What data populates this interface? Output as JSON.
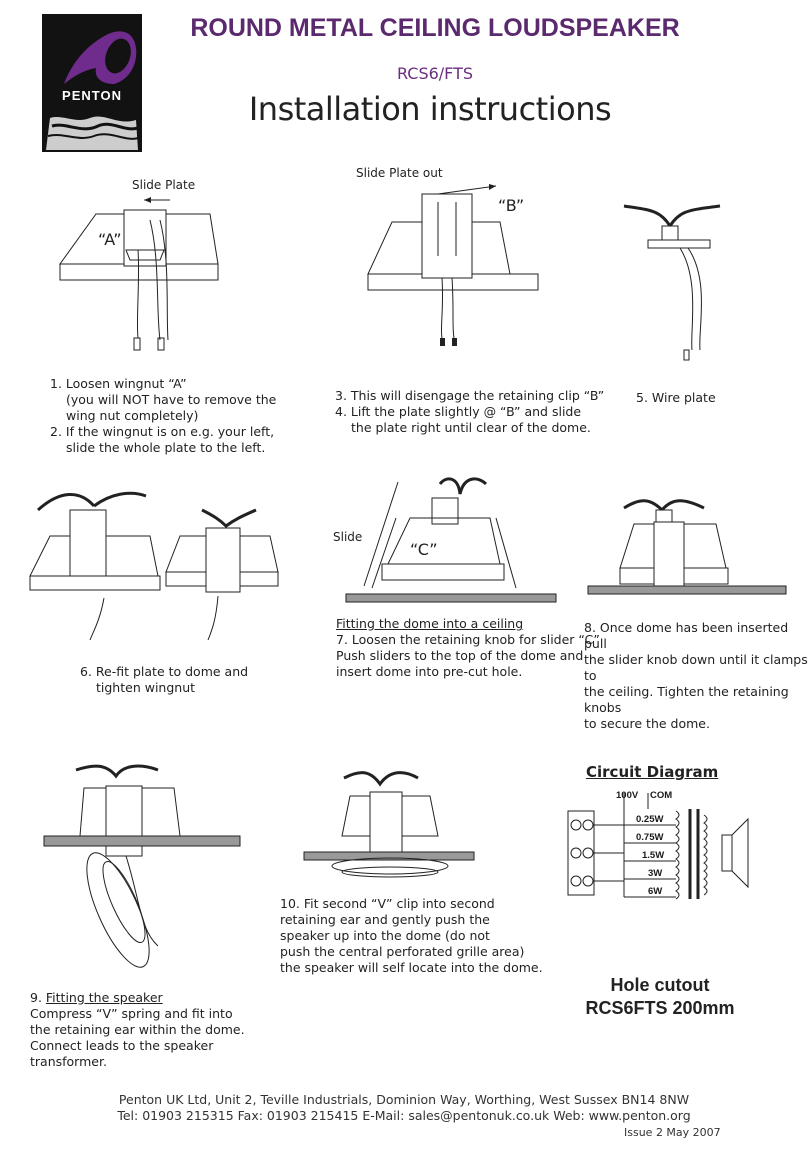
{
  "header": {
    "brand": "PENTON",
    "title": "ROUND METAL CEILING LOUDSPEAKER",
    "model": "RCS6/FTS",
    "subtitle": "Installation instructions"
  },
  "figure_labels": {
    "slide_plate": "Slide Plate",
    "slide_plate_out": "Slide Plate out",
    "a": "“A”",
    "b": "“B”",
    "c": "“C”",
    "slide": "Slide"
  },
  "steps": {
    "s1a": "1. Loosen wingnut “A”",
    "s1b": "(you will NOT have to remove the",
    "s1c": "wing nut completely)",
    "s2a": "2. If the wingnut is on e.g. your left,",
    "s2b": "slide the whole plate to the left.",
    "s3": "3. This will disengage the retaining clip “B”",
    "s4a": "4. Lift the plate slightly @ “B” and slide",
    "s4b": "the plate right until clear of the dome.",
    "s5": "5. Wire plate",
    "s6a": "6. Re-fit plate to dome and",
    "s6b": "tighten wingnut",
    "s7_head": "Fitting the dome into a ceiling",
    "s7a": "7. Loosen the retaining knob for slider “C”",
    "s7b": "Push sliders to the top of the dome and",
    "s7c": "insert dome into pre-cut hole.",
    "s8a": "8. Once dome has been inserted pull",
    "s8b": "the slider knob down until it clamps to",
    "s8c": "the ceiling. Tighten the retaining knobs",
    "s8d": "to secure the dome.",
    "s9_prefix": "9. ",
    "s9_head": "Fitting the speaker",
    "s9a": "Compress “V” spring and fit into",
    "s9b": "the retaining ear within the dome.",
    "s9c": "Connect leads to the speaker",
    "s9d": "transformer.",
    "s10a": "10. Fit second “V” clip into second",
    "s10b": "retaining ear and gently push the",
    "s10c": "speaker up into the dome (do not",
    "s10d": "push the central perforated grille area)",
    "s10e": "the speaker will self locate into the dome."
  },
  "circuit": {
    "title": "Circuit Diagram",
    "v100": "100V",
    "com": "COM",
    "taps": [
      "0.25W",
      "0.75W",
      "1.5W",
      "3W",
      "6W"
    ]
  },
  "hole": {
    "line1": "Hole cutout",
    "line2": "RCS6FTS 200mm"
  },
  "footer": {
    "line1": "Penton UK Ltd, Unit 2, Teville Industrials, Dominion Way, Worthing, West Sussex BN14 8NW",
    "line2": "Tel: 01903 215315 Fax: 01903 215415 E-Mail: sales@pentonuk.co.uk Web: www.penton.org",
    "issue": "Issue 2 May 2007"
  },
  "colors": {
    "brand_purple": "#5b2a6e",
    "logo_bg": "#121212"
  }
}
